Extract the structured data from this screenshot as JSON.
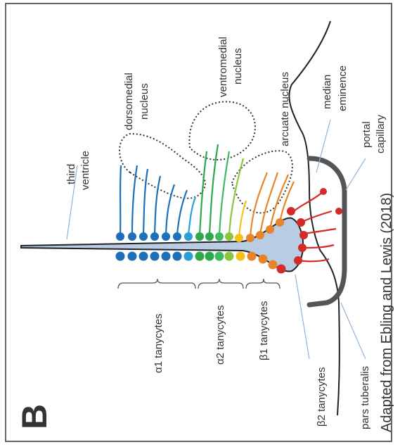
{
  "figure": {
    "panel_letter": "B",
    "credit": "Adapted from Ebling and Lewis (2018)"
  },
  "labels": {
    "third_ventricle": [
      "third",
      "ventricle"
    ],
    "dorsomedial_nucleus": [
      "dorsomedial",
      "nucleus"
    ],
    "ventromedial_nucleus": [
      "ventromedial",
      "nucleus"
    ],
    "arcuate_nucleus": "arcuate nucleus",
    "median_eminence": [
      "median",
      "eminence"
    ],
    "portal_capillary": [
      "portal",
      "capillary"
    ],
    "alpha1_tanycytes": "α1 tanycytes",
    "alpha2_tanycytes": "α2 tanycytes",
    "beta1_tanycytes": "β1 tanycytes",
    "beta2_tanycytes": "β2 tanycytes",
    "pars_tuberalis": "pars tuberalis"
  },
  "colors": {
    "alpha1": "#1f6fb8",
    "alpha1_light": "#2b9fd8",
    "alpha2": "#2ea84a",
    "alpha2_light": "#8cc63f",
    "beta1": "#e8852a",
    "beta1_yellow": "#f2c21b",
    "beta2": "#d42a2a",
    "ventricle_fill": "#b8cce4",
    "pars_tuberalis": "#555555",
    "frame": "#333333"
  }
}
